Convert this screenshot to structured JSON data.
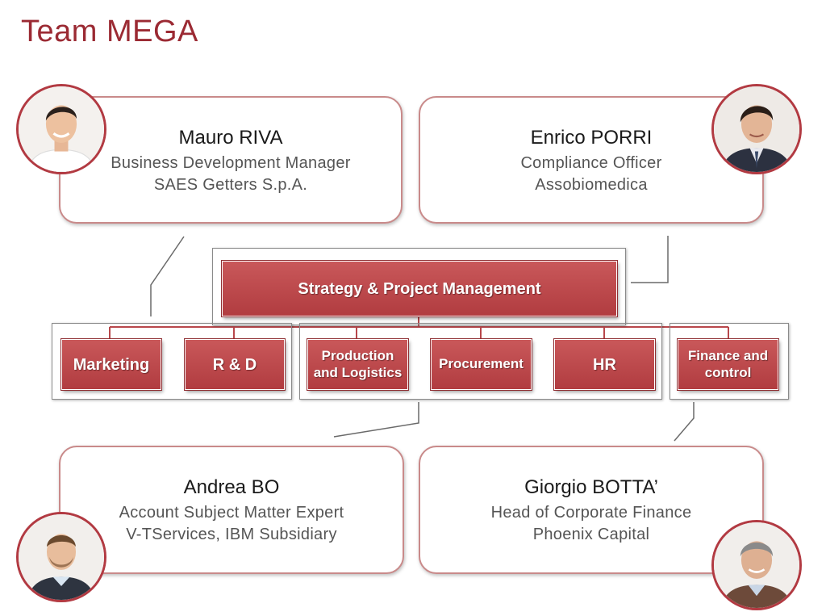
{
  "title": "Team MEGA",
  "people": [
    {
      "name": "Mauro RIVA",
      "role": "Business Development Manager",
      "org": "SAES Getters S.p.A."
    },
    {
      "name": "Enrico PORRI",
      "role": "Compliance Officer",
      "org": "Assobiomedica"
    },
    {
      "name": "Andrea BO",
      "role": "Account Subject Matter Expert",
      "org": "V-TServices, IBM Subsidiary"
    },
    {
      "name": "Giorgio BOTTA’",
      "role": "Head of Corporate Finance",
      "org": "Phoenix Capital"
    }
  ],
  "org": {
    "top": "Strategy & Project Management",
    "units": [
      "Marketing",
      "R & D",
      "Production and Logistics",
      "Procurement",
      "HR",
      "Finance and control"
    ]
  },
  "colors": {
    "accent": "#9b2a33",
    "box": "#c0474b",
    "card_border": "#c98a8a"
  }
}
